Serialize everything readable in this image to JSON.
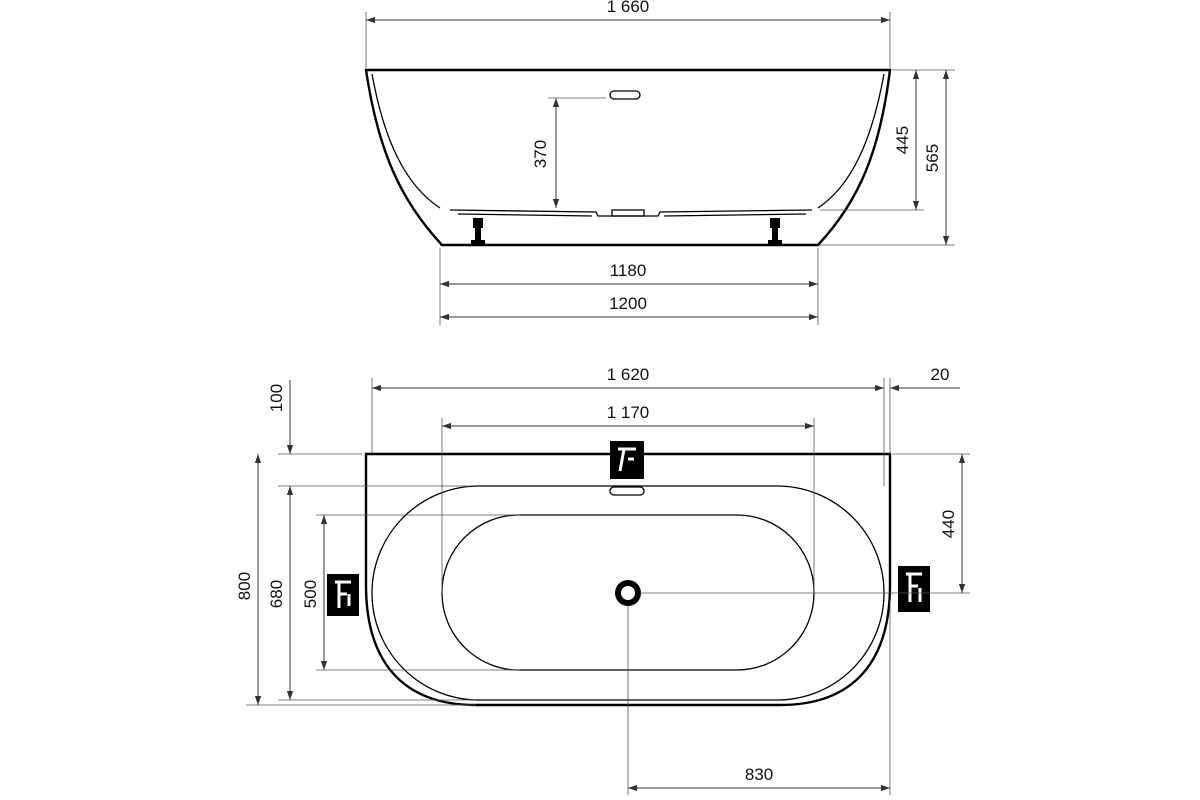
{
  "side_view": {
    "overall_length": "1 660",
    "foot_span_inner": "1180",
    "foot_span_outer": "1200",
    "overflow_height": "370",
    "inner_depth": "445",
    "total_height": "565"
  },
  "top_view": {
    "outer_length": "1 620",
    "wall_gap": "20",
    "overflow_span": "1 170",
    "rim_offset": "100",
    "overall_width": "800",
    "inner_width": "680",
    "basin_width": "500",
    "drain_offset_y": "440",
    "drain_offset_x": "830"
  },
  "colors": {
    "line": "#000000",
    "dimension": "#333333",
    "background": "#ffffff"
  },
  "icons": [
    "faucet-icon",
    "drain-icon",
    "overflow-icon",
    "foot-icon"
  ]
}
